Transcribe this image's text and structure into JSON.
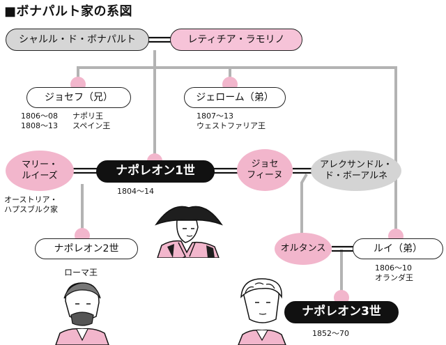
{
  "title": "■ボナパルト家の系図",
  "colors": {
    "pink": "#f2b6cc",
    "gray_line": "#b3b3b3",
    "dark_pill": "#111111"
  },
  "people": {
    "charles": {
      "name": "シャルル・ド・ボナパルト"
    },
    "letizia": {
      "name": "レティチア・ラモリノ"
    },
    "joseph": {
      "name": "ジョセフ（兄）",
      "note": "1806～08\n1808～13",
      "title_note": "ナポリ王\nスペイン王"
    },
    "jerome": {
      "name": "ジェローム（弟）",
      "note": "1807～13\nウェストファリア王"
    },
    "marie_louise": {
      "name": "マリー・\nルイーズ",
      "note": "オーストリア・\nハプスブルク家"
    },
    "napoleon1": {
      "name": "ナポレオン1世",
      "note": "1804～14"
    },
    "josephine": {
      "name": "ジョセ\nフィーヌ"
    },
    "alexandre": {
      "name": "アレクサンドル・\nド・ボーアルネ"
    },
    "napoleon2": {
      "name": "ナポレオン2世",
      "note": "ローマ王"
    },
    "hortense": {
      "name": "オルタンス"
    },
    "louis": {
      "name": "ルイ（弟）",
      "note": "1806～10\nオランダ王"
    },
    "napoleon3": {
      "name": "ナポレオン3世",
      "note": "1852～70"
    }
  }
}
